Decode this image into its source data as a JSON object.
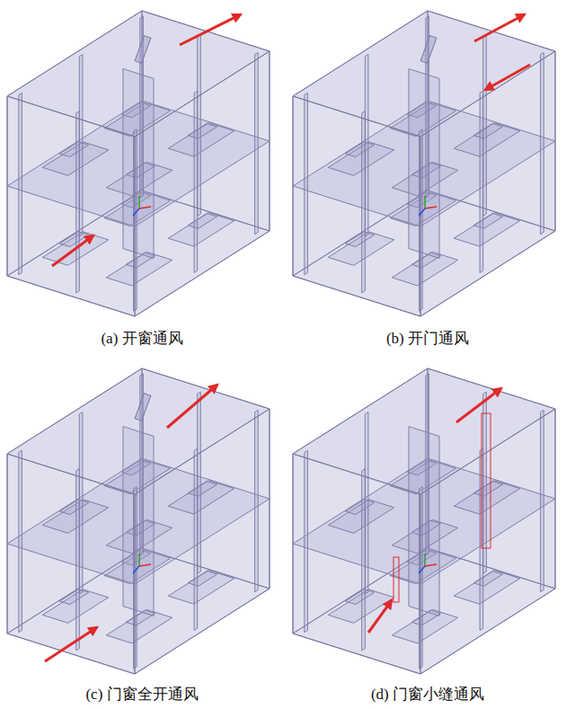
{
  "diagram": {
    "labels": [
      "(a) 开窗通风",
      "(b) 开门通风",
      "(c) 门窗全开通风",
      "(d) 门窗小缝通风"
    ]
  }
}
